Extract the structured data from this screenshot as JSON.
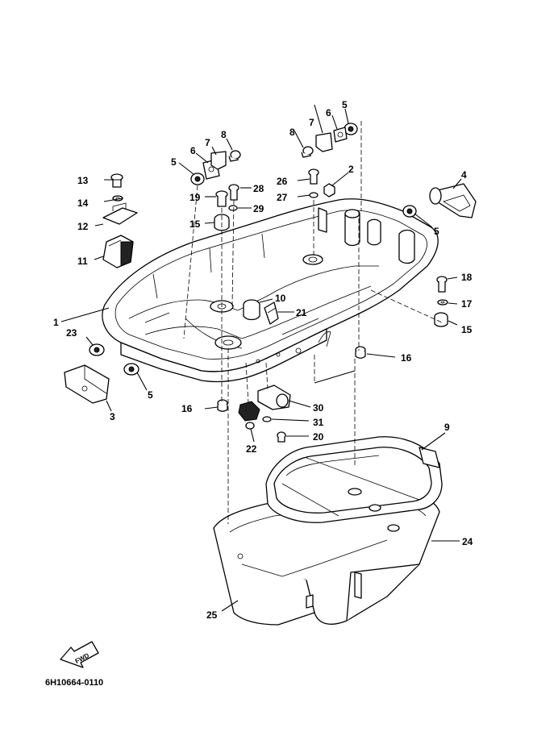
{
  "diagram": {
    "code": "6H10664-0110",
    "fwd_label": "FWD",
    "callouts": [
      {
        "id": "c1",
        "text": "1"
      },
      {
        "id": "c2",
        "text": "2"
      },
      {
        "id": "c3",
        "text": "3"
      },
      {
        "id": "c4",
        "text": "4"
      },
      {
        "id": "c5a",
        "text": "5"
      },
      {
        "id": "c5b",
        "text": "5"
      },
      {
        "id": "c5c",
        "text": "5"
      },
      {
        "id": "c5d",
        "text": "5"
      },
      {
        "id": "c6a",
        "text": "6"
      },
      {
        "id": "c6b",
        "text": "6"
      },
      {
        "id": "c7a",
        "text": "7"
      },
      {
        "id": "c7b",
        "text": "7"
      },
      {
        "id": "c8a",
        "text": "8"
      },
      {
        "id": "c8b",
        "text": "8"
      },
      {
        "id": "c9",
        "text": "9"
      },
      {
        "id": "c10",
        "text": "10"
      },
      {
        "id": "c11",
        "text": "11"
      },
      {
        "id": "c12",
        "text": "12"
      },
      {
        "id": "c13",
        "text": "13"
      },
      {
        "id": "c14",
        "text": "14"
      },
      {
        "id": "c15a",
        "text": "15"
      },
      {
        "id": "c15b",
        "text": "15"
      },
      {
        "id": "c16a",
        "text": "16"
      },
      {
        "id": "c16b",
        "text": "16"
      },
      {
        "id": "c17",
        "text": "17"
      },
      {
        "id": "c18",
        "text": "18"
      },
      {
        "id": "c19",
        "text": "19"
      },
      {
        "id": "c20",
        "text": "20"
      },
      {
        "id": "c21",
        "text": "21"
      },
      {
        "id": "c22",
        "text": "22"
      },
      {
        "id": "c23",
        "text": "23"
      },
      {
        "id": "c24",
        "text": "24"
      },
      {
        "id": "c25",
        "text": "25"
      },
      {
        "id": "c26",
        "text": "26"
      },
      {
        "id": "c27",
        "text": "27"
      },
      {
        "id": "c28",
        "text": "28"
      },
      {
        "id": "c29",
        "text": "29"
      },
      {
        "id": "c30",
        "text": "30"
      },
      {
        "id": "c31",
        "text": "31"
      }
    ]
  }
}
